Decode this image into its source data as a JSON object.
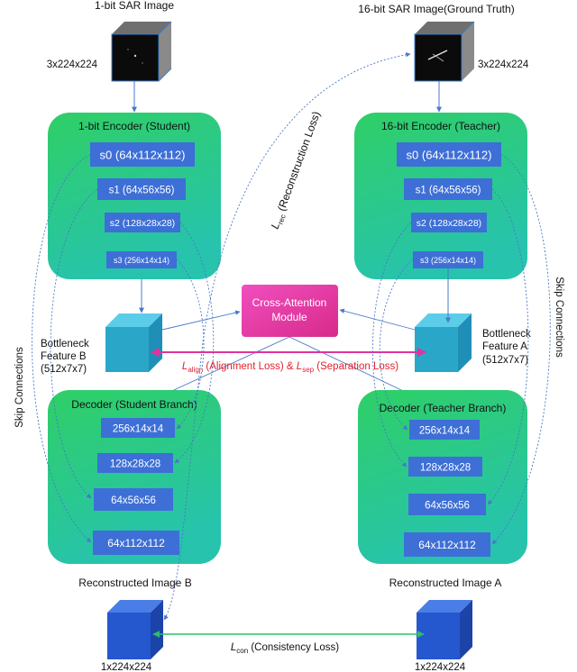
{
  "inputs": {
    "left_title": "1-bit SAR Image",
    "left_dims": "3x224x224",
    "right_title": "16-bit SAR Image(Ground Truth)",
    "right_dims": "3x224x224"
  },
  "encoders": {
    "student": {
      "title": "1-bit Encoder (Student)",
      "stages": [
        "s0 (64x112x112)",
        "s1 (64x56x56)",
        "s2 (128x28x28)",
        "s3 (256x14x14)"
      ]
    },
    "teacher": {
      "title": "16-bit Encoder (Teacher)",
      "stages": [
        "s0 (64x112x112)",
        "s1 (64x56x56)",
        "s2 (128x28x28)",
        "s3 (256x14x14)"
      ]
    }
  },
  "bottleneck": {
    "left": [
      "Bottleneck",
      "Feature B",
      "(512x7x7)"
    ],
    "right": [
      "Bottleneck",
      "Feature A",
      "(512x7x7)"
    ]
  },
  "cross_attention": [
    "Cross-Attention",
    "Module"
  ],
  "decoders": {
    "student": {
      "title": "Decoder (Student Branch)",
      "stages": [
        "256x14x14",
        "128x28x28",
        "64x56x56",
        "64x112x112"
      ]
    },
    "teacher": {
      "title": "Decoder (Teacher Branch)",
      "stages": [
        "256x14x14",
        "128x28x28",
        "64x56x56",
        "64x112x112"
      ]
    }
  },
  "losses": {
    "rec": {
      "symbol": "L",
      "sub": "rec",
      "text": " (Reconstruction Loss)"
    },
    "align_sep": {
      "sym1": "L",
      "sub1": "align",
      "text1": " (Alignment Loss) & ",
      "sym2": "L",
      "sub2": "sep",
      "text2": " (Separation Loss)"
    },
    "con": {
      "symbol": "L",
      "sub": "con",
      "text": " (Consistency Loss)"
    }
  },
  "skip_connections": {
    "left": "Skip Connections",
    "right": "Skip Connections"
  },
  "outputs": {
    "left_title": "Reconstructed Image B",
    "left_dims": "1x224x224",
    "right_title": "Reconstructed Image A",
    "right_dims": "1x224x224"
  },
  "colors": {
    "panel_top": "#2ecc6e",
    "panel_bottom": "#28c8a8",
    "stage_box": "#3d6fd6",
    "cube_bottleneck": "#2aa6c8",
    "cube_output": "#2557cf",
    "cross_attention": "#e0339f",
    "align_arrow": "#e0339f",
    "consistency_arrow": "#2bbf6a",
    "connector": "#4a78c8",
    "loss_label": "#e0212e"
  }
}
